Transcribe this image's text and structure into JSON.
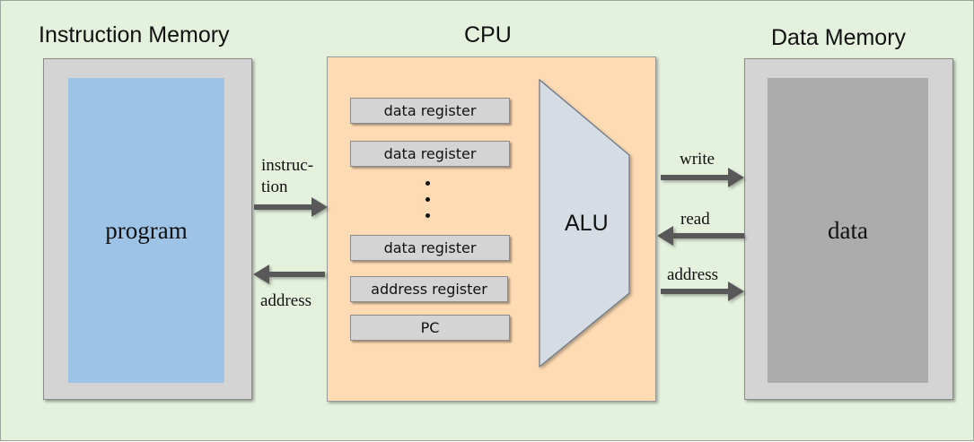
{
  "titles": {
    "instruction_memory": "Instruction Memory",
    "cpu": "CPU",
    "data_memory": "Data Memory"
  },
  "instruction_memory": {
    "content": "program"
  },
  "data_memory": {
    "content": "data"
  },
  "cpu": {
    "registers": [
      "data register",
      "data register",
      "data register",
      "address register",
      "PC"
    ],
    "alu": "ALU"
  },
  "arrows": {
    "instruction_line1": "instruc-",
    "instruction_line2": "tion",
    "address_left": "address",
    "write": "write",
    "read": "read",
    "address_right": "address"
  },
  "colors": {
    "background": "#e3f1dd",
    "program": "#9dc3e6",
    "data": "#acacac",
    "cpu": "#fedbb3",
    "alu": "#d6dce4",
    "arrow": "#595959"
  }
}
